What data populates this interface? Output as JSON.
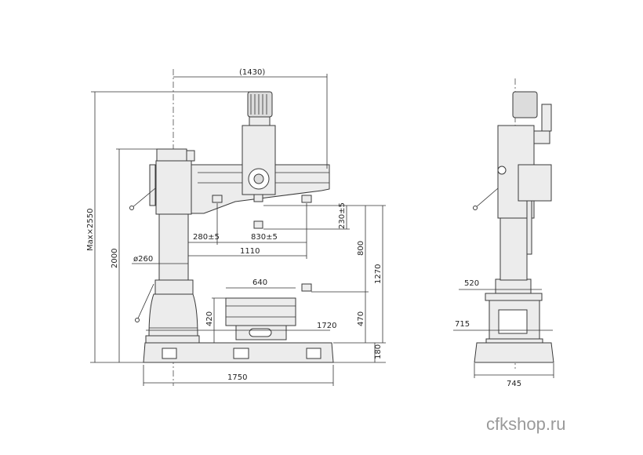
{
  "front_view": {
    "dims": {
      "arm_reach": "(1430)",
      "max_height": "Max×2550",
      "column_height": "2000",
      "base_length": "1750",
      "base_height": "180",
      "spindle_to_base": "1270",
      "spindle_travel": "800",
      "table_top": "470",
      "quill_stroke": "230±5",
      "min_radius": "280±5",
      "head_travel": "830±5",
      "max_radius": "1110",
      "column_dia": "ø260",
      "table_width": "640",
      "table_height": "420",
      "table_reach": "1720"
    }
  },
  "side_view": {
    "dims": {
      "table_depth": "520",
      "base_inner": "715",
      "base_width": "745"
    }
  },
  "watermark": "cfkshop.ru"
}
